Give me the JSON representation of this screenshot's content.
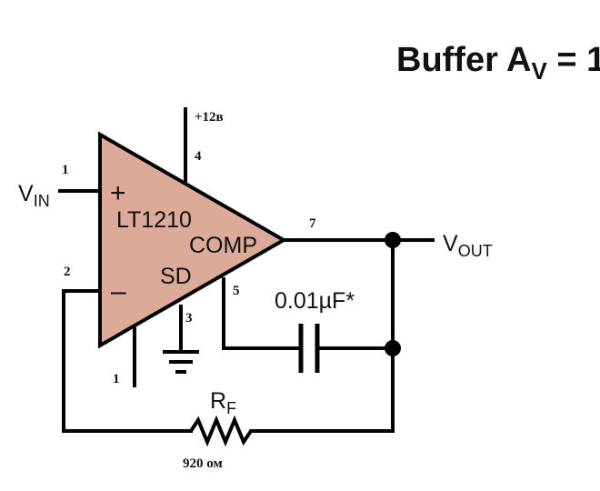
{
  "title": {
    "main": "Buffer A",
    "subscript": "V",
    "suffix": " = 1"
  },
  "amplifier": {
    "part": "LT1210",
    "comp_label": "COMP",
    "sd_label": "SD",
    "plus_sign": "+",
    "minus_sign": "–",
    "body_color": "#dcaa98"
  },
  "supply": {
    "label": "+12в"
  },
  "pins": {
    "in_plus": "1",
    "in_minus": "2",
    "supply": "4",
    "output": "7",
    "comp": "5",
    "gnd": "3",
    "bottom": "1"
  },
  "input": {
    "label": "V",
    "subscript": "IN"
  },
  "output": {
    "label": "V",
    "subscript": "OUT"
  },
  "capacitor": {
    "value": "0.01µF*"
  },
  "resistor": {
    "label": "R",
    "subscript": "F",
    "value": "920 ом"
  }
}
